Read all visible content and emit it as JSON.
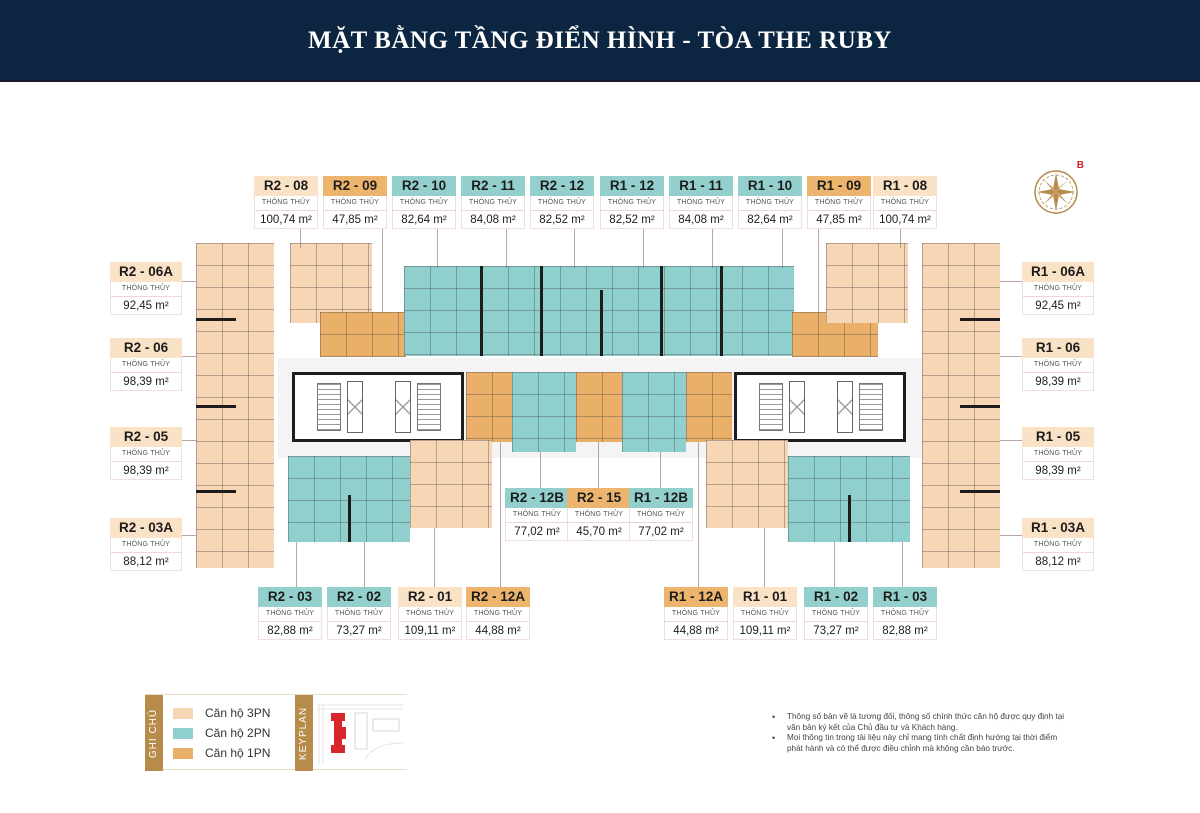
{
  "header": {
    "title": "MẶT BẰNG TẦNG ĐIỂN HÌNH - TÒA THE RUBY"
  },
  "compass": {
    "icon": "compass-rose-icon",
    "label": "B",
    "color": "#b78b49",
    "label_color": "#d0202c"
  },
  "colors": {
    "apt_3pn": "#f6d6b5",
    "apt_2pn": "#8fcfcd",
    "apt_1pn": "#eab06a",
    "header_bg": "#0c2540",
    "gold": "#b78b49"
  },
  "area_label": "THÔNG THỦY",
  "units_top": [
    {
      "code": "R2 - 08",
      "type": "3PN",
      "area": "100,74 m²"
    },
    {
      "code": "R2 - 09",
      "type": "1PN",
      "area": "47,85 m²"
    },
    {
      "code": "R2 - 10",
      "type": "2PN",
      "area": "82,64 m²"
    },
    {
      "code": "R2 - 11",
      "type": "2PN",
      "area": "84,08 m²"
    },
    {
      "code": "R2 - 12",
      "type": "2PN",
      "area": "82,52 m²"
    },
    {
      "code": "R1 - 12",
      "type": "2PN",
      "area": "82,52 m²"
    },
    {
      "code": "R1 - 11",
      "type": "2PN",
      "area": "84,08 m²"
    },
    {
      "code": "R1 - 10",
      "type": "2PN",
      "area": "82,64 m²"
    },
    {
      "code": "R1 - 09",
      "type": "1PN",
      "area": "47,85 m²"
    },
    {
      "code": "R1 - 08",
      "type": "3PN",
      "area": "100,74 m²"
    }
  ],
  "units_left": [
    {
      "code": "R2 - 06A",
      "type": "3PN",
      "area": "92,45 m²"
    },
    {
      "code": "R2 - 06",
      "type": "3PN",
      "area": "98,39 m²"
    },
    {
      "code": "R2 - 05",
      "type": "3PN",
      "area": "98,39 m²"
    },
    {
      "code": "R2 - 03A",
      "type": "3PN",
      "area": "88,12 m²"
    }
  ],
  "units_right": [
    {
      "code": "R1 - 06A",
      "type": "3PN",
      "area": "92,45 m²"
    },
    {
      "code": "R1 - 06",
      "type": "3PN",
      "area": "98,39 m²"
    },
    {
      "code": "R1 - 05",
      "type": "3PN",
      "area": "98,39 m²"
    },
    {
      "code": "R1 - 03A",
      "type": "3PN",
      "area": "88,12 m²"
    }
  ],
  "units_middle": [
    {
      "code": "R2 - 12B",
      "type": "2PN",
      "area": "77,02 m²"
    },
    {
      "code": "R2 - 15",
      "type": "1PN",
      "area": "45,70 m²"
    },
    {
      "code": "R1 - 12B",
      "type": "2PN",
      "area": "77,02 m²"
    }
  ],
  "units_bottom": [
    {
      "code": "R2 - 03",
      "type": "2PN",
      "area": "82,88 m²"
    },
    {
      "code": "R2 - 02",
      "type": "2PN",
      "area": "73,27 m²"
    },
    {
      "code": "R2 - 01",
      "type": "3PN",
      "area": "109,11 m²"
    },
    {
      "code": "R2 - 12A",
      "type": "1PN",
      "area": "44,88 m²"
    },
    {
      "code": "R1 - 12A",
      "type": "1PN",
      "area": "44,88 m²"
    },
    {
      "code": "R1 - 01",
      "type": "3PN",
      "area": "109,11 m²"
    },
    {
      "code": "R1 - 02",
      "type": "2PN",
      "area": "73,27 m²"
    },
    {
      "code": "R1 - 03",
      "type": "2PN",
      "area": "82,88 m²"
    }
  ],
  "legend": {
    "title": "GHI CHÚ",
    "items": [
      {
        "label": "Căn hộ 3PN",
        "color": "#f6d6b5"
      },
      {
        "label": "Căn hộ 2PN",
        "color": "#8fcfcd"
      },
      {
        "label": "Căn hộ 1PN",
        "color": "#eab06a"
      }
    ],
    "keyplan_title": "KEYPLAN",
    "keyplan_highlight": "#d9262c"
  },
  "notes": [
    "Thông số bản vẽ là tương đối, thông số chính thức căn hộ được quy định tại văn bản ký kết của Chủ đầu tư và Khách hàng.",
    "Mọi thông tin trong tài liệu này chỉ mang tính chất định hướng tại thời điểm phát hành và có thể được điều chỉnh mà không cần báo trước."
  ]
}
